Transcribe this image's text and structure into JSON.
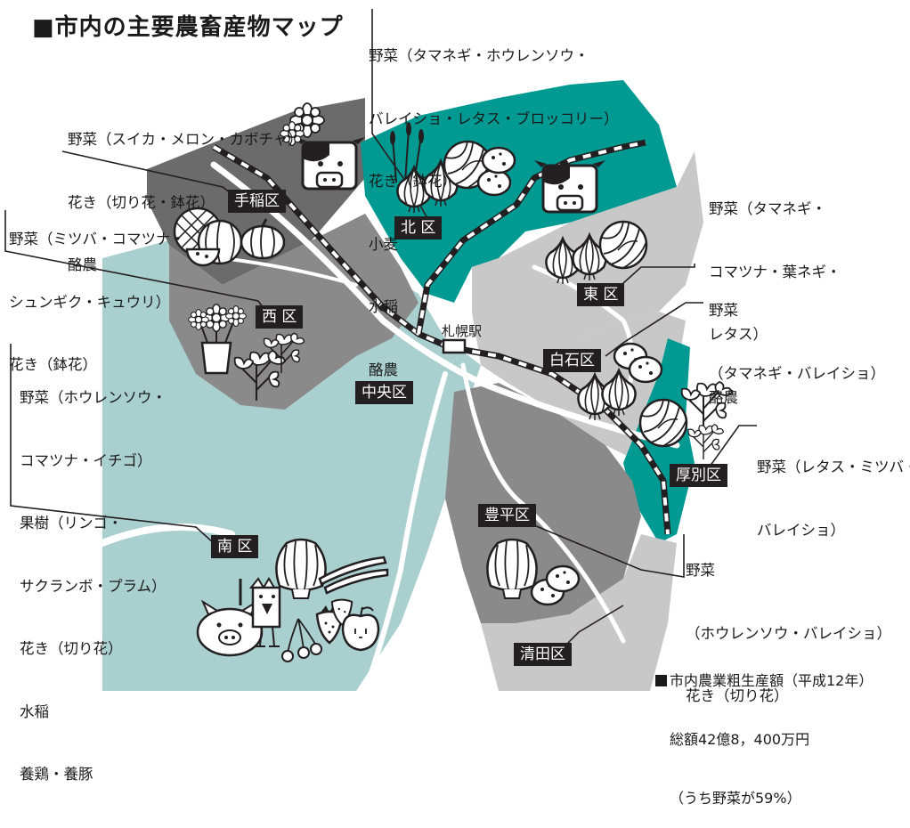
{
  "title": "■市内の主要農畜産物マップ",
  "station": "札幌駅",
  "wards": {
    "teine": "手稲区",
    "kita": "北 区",
    "nishi": "西 区",
    "higashi": "東 区",
    "chuo": "中央区",
    "shiroishi": "白石区",
    "atsubetsu": "厚別区",
    "toyohira": "豊平区",
    "minami": "南 区",
    "kiyota": "清田区"
  },
  "notes": {
    "kita": [
      "野菜（タマネギ・ホウレンソウ・",
      "バレイショ・レタス・ブロッコリー）",
      "花き（鉢花）",
      "小麦",
      "水稲",
      "酪農"
    ],
    "teine": [
      "野菜（スイカ・メロン・カボチャ）",
      "花き（切り花・鉢花）",
      "酪農"
    ],
    "nishi": [
      "野菜（ミツバ・コマツナ・",
      "シュンギク・キュウリ）",
      "花き（鉢花）"
    ],
    "higashi": [
      "野菜（タマネギ・",
      "コマツナ・葉ネギ・",
      "レタス）",
      "酪農"
    ],
    "shiroishi": [
      "野菜",
      "（タマネギ・バレイショ）"
    ],
    "atsubetsu": [
      "野菜（レタス・ミツバ・",
      "バレイショ）"
    ],
    "minami": [
      "野菜（ホウレンソウ・",
      "コマツナ・イチゴ）",
      "果樹（リンゴ・",
      "サクランボ・プラム）",
      "花き（切り花）",
      "水稲",
      "養鶏・養豚"
    ],
    "kiyota": [
      "野菜",
      "（ホウレンソウ・バレイショ）",
      "花き（切り花）"
    ]
  },
  "summary": {
    "title": "市内農業粗生産額（平成12年）",
    "total": "総額42億8，400万円",
    "share": "（うち野菜が59%）"
  },
  "colors": {
    "dark_gray": "#6b6b6b",
    "mid_gray": "#a9a9a9",
    "light_gray": "#c8c8c8",
    "teal": "#009a93",
    "light_teal": "#a9cfce",
    "label_bg": "#231f20"
  },
  "icons": [
    "cow-icon",
    "flower-icon",
    "wheat-icon",
    "onion-icon",
    "cabbage-icon",
    "potato-icon",
    "pumpkin-icon",
    "melon-icon",
    "watermelon-icon",
    "potted-flower-icon",
    "herb-icon",
    "lettuce-icon",
    "cucumber-icon",
    "pig-icon",
    "chicken-icon",
    "strawberry-icon",
    "apple-icon",
    "cherry-icon"
  ]
}
